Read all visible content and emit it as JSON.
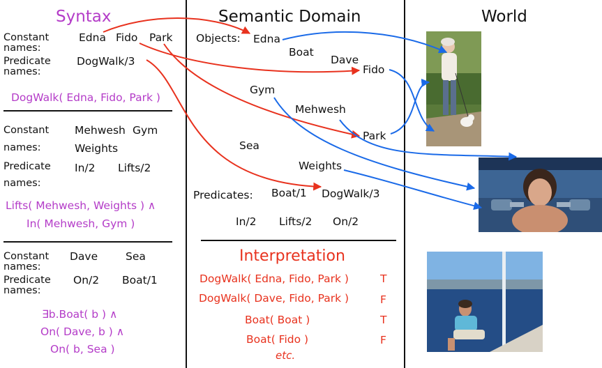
{
  "headers": {
    "syntax": "Syntax",
    "semantic": "Semantic Domain",
    "world": "World"
  },
  "syntax": {
    "block1": {
      "constant_label": "Constant\nnames:",
      "predicate_label": "Predicate\nnames:",
      "constants": [
        "Edna",
        "Fido",
        "Park"
      ],
      "predicate": "DogWalk/3",
      "sentence": "DogWalk( Edna, Fido, Park )"
    },
    "block2": {
      "constant_label": "Constant",
      "constant_label2": "names:",
      "constants": [
        "Mehwesh",
        "Gym",
        "Weights"
      ],
      "predicate_label": "Predicate",
      "predicate_label2": "names:",
      "predicates": [
        "In/2",
        "Lifts/2"
      ],
      "sentence1": "Lifts( Mehwesh, Weights ) ∧",
      "sentence2": "In( Mehwesh, Gym )"
    },
    "block3": {
      "constant_label": "Constant\nnames:",
      "predicate_label": "Predicate\nnames:",
      "constants": [
        "Dave",
        "Sea"
      ],
      "predicates": [
        "On/2",
        "Boat/1"
      ],
      "sentence1": "∃b.Boat( b ) ∧",
      "sentence2": "On( Dave, b ) ∧",
      "sentence3": "On( b, Sea )"
    }
  },
  "semantic": {
    "objects_label": "Objects:",
    "objects": [
      "Edna",
      "Boat",
      "Dave",
      "Fido",
      "Gym",
      "Mehwesh",
      "Park",
      "Sea",
      "Weights"
    ],
    "predicates_label": "Predicates:",
    "predicates": [
      "Boat/1",
      "DogWalk/3",
      "In/2",
      "Lifts/2",
      "On/2"
    ]
  },
  "interpretation": {
    "title": "Interpretation",
    "rows": [
      {
        "formula": "DogWalk( Edna, Fido, Park )",
        "value": "T"
      },
      {
        "formula": "DogWalk( Dave, Fido, Park )",
        "value": "F"
      },
      {
        "formula": "Boat( Boat )",
        "value": "T"
      },
      {
        "formula": "Boat( Fido )",
        "value": "F"
      }
    ],
    "etc": "etc."
  },
  "colors": {
    "red": "#e8321e",
    "blue": "#1a6ae8",
    "purple": "#b43cc8"
  }
}
